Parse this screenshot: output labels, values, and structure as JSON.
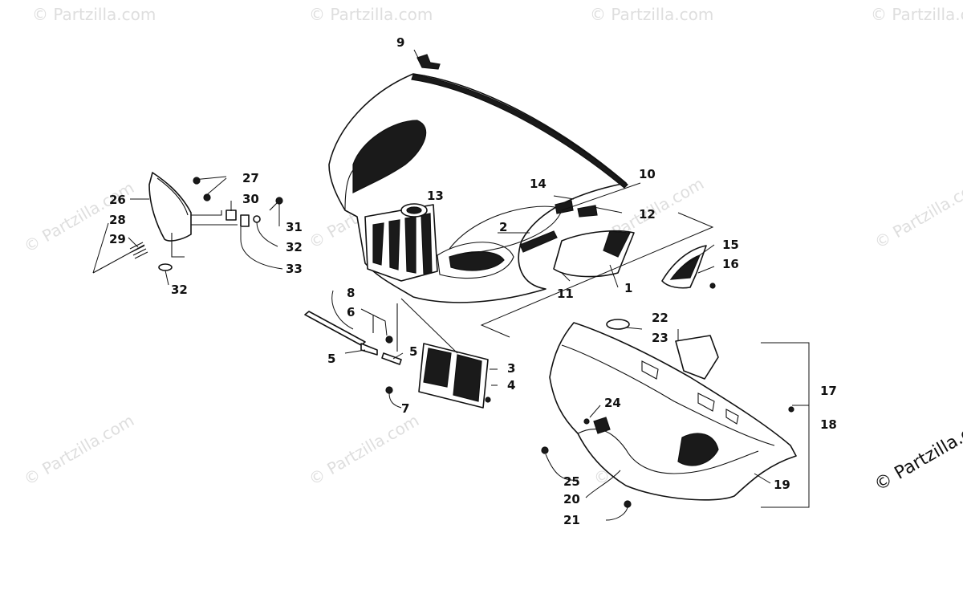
{
  "watermark": "© Partzilla.com",
  "copyright": "© Partzilla.com",
  "callouts": [
    {
      "id": "9",
      "text": "9"
    },
    {
      "id": "10",
      "text": "10"
    },
    {
      "id": "13",
      "text": "13"
    },
    {
      "id": "14",
      "text": "14"
    },
    {
      "id": "12",
      "text": "12"
    },
    {
      "id": "2",
      "text": "2"
    },
    {
      "id": "11",
      "text": "11"
    },
    {
      "id": "1",
      "text": "1"
    },
    {
      "id": "15",
      "text": "15"
    },
    {
      "id": "16",
      "text": "16"
    },
    {
      "id": "27",
      "text": "27"
    },
    {
      "id": "26",
      "text": "26"
    },
    {
      "id": "30",
      "text": "30"
    },
    {
      "id": "28",
      "text": "28"
    },
    {
      "id": "31",
      "text": "31"
    },
    {
      "id": "29",
      "text": "29"
    },
    {
      "id": "32a",
      "text": "32"
    },
    {
      "id": "33",
      "text": "33"
    },
    {
      "id": "32b",
      "text": "32"
    },
    {
      "id": "8",
      "text": "8"
    },
    {
      "id": "6",
      "text": "6"
    },
    {
      "id": "5a",
      "text": "5"
    },
    {
      "id": "5b",
      "text": "5"
    },
    {
      "id": "3",
      "text": "3"
    },
    {
      "id": "4",
      "text": "4"
    },
    {
      "id": "7",
      "text": "7"
    },
    {
      "id": "22",
      "text": "22"
    },
    {
      "id": "23",
      "text": "23"
    },
    {
      "id": "24",
      "text": "24"
    },
    {
      "id": "17",
      "text": "17"
    },
    {
      "id": "18",
      "text": "18"
    },
    {
      "id": "25",
      "text": "25"
    },
    {
      "id": "20",
      "text": "20"
    },
    {
      "id": "19",
      "text": "19"
    },
    {
      "id": "21",
      "text": "21"
    }
  ]
}
